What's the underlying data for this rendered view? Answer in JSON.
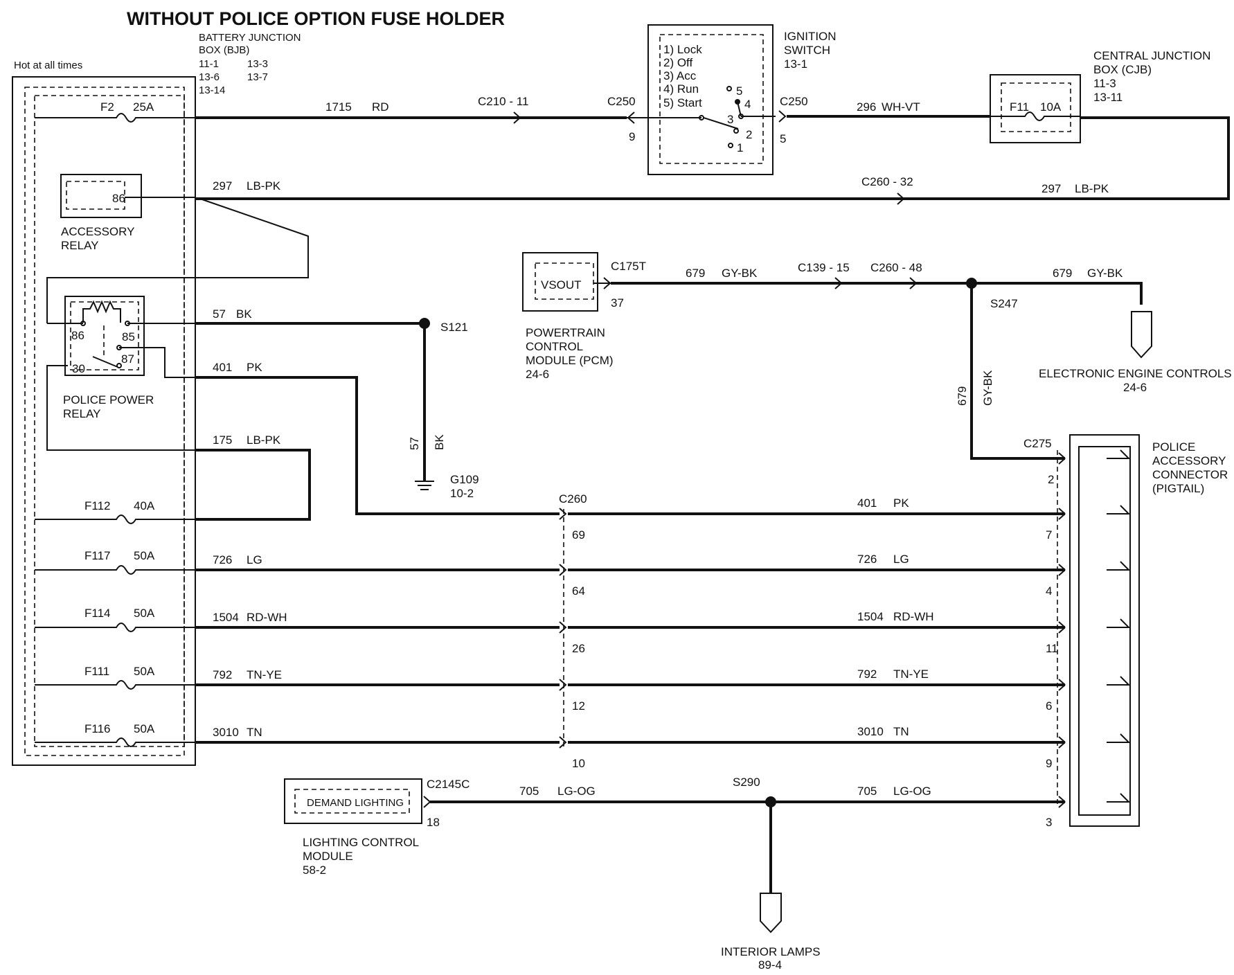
{
  "title": "WITHOUT POLICE OPTION FUSE HOLDER",
  "bjb": {
    "hot_label": "Hot at all times",
    "name_line1": "BATTERY  JUNCTION",
    "name_line2": "BOX (BJB)",
    "refs": [
      "11-1",
      "13-3",
      "13-6",
      "13-7",
      "13-14"
    ],
    "fuse_f2": "F2",
    "fuse_f2_amp": "25A",
    "accessory_relay_pin": "86",
    "accessory_relay_line1": "ACCESSORY",
    "accessory_relay_line2": "RELAY",
    "police_relay_pins": [
      "86",
      "85",
      "87",
      "30"
    ],
    "police_relay_line1": "POLICE POWER",
    "police_relay_line2": "RELAY",
    "fuses": [
      {
        "name": "F112",
        "amp": "40A"
      },
      {
        "name": "F117",
        "amp": "50A"
      },
      {
        "name": "F114",
        "amp": "50A"
      },
      {
        "name": "F111",
        "amp": "50A"
      },
      {
        "name": "F116",
        "amp": "50A"
      }
    ]
  },
  "ignition": {
    "line1": "IGNITION",
    "line2": "SWITCH",
    "ref": "13-1",
    "positions": [
      "1) Lock",
      "2) Off",
      "3) Acc",
      "4) Run",
      "5) Start"
    ],
    "contacts": [
      "5",
      "4",
      "3",
      "2",
      "1"
    ],
    "conn_in": "C250",
    "pin_in": "9",
    "conn_out": "C250",
    "pin_out": "5"
  },
  "cjb": {
    "line1": "CENTRAL  JUNCTION",
    "line2": "BOX (CJB)",
    "refs": [
      "11-3",
      "13-11"
    ],
    "fuse": "F11",
    "amp": "10A"
  },
  "wires": {
    "w1715": {
      "circuit": "1715",
      "color": "RD",
      "connector": "C210  -  11"
    },
    "w296": {
      "circuit": "296",
      "color": "WH-VT"
    },
    "w297a": {
      "circuit": "297",
      "color": "LB-PK"
    },
    "w297b": {
      "circuit": "297",
      "color": "LB-PK",
      "connector": "C260  -  32"
    },
    "w57": {
      "circuit": "57",
      "color": "BK",
      "splice": "S121"
    },
    "w57v": {
      "circuit": "57",
      "color": "BK"
    },
    "w401a": {
      "circuit": "401",
      "color": "PK"
    },
    "w175": {
      "circuit": "175",
      "color": "LB-PK"
    },
    "w679a": {
      "circuit": "679",
      "color": "GY-BK",
      "connector1": "C139  -  15",
      "connector2": "C260  -  48"
    },
    "w679b": {
      "circuit": "679",
      "color": "GY-BK",
      "splice": "S247"
    },
    "w679v": {
      "circuit": "679",
      "color": "GY-BK"
    }
  },
  "ground": {
    "name": "G109",
    "ref": "10-2"
  },
  "pcm": {
    "label": "VSOUT",
    "connector": "C175T",
    "pin": "37",
    "name_lines": [
      "POWERTRAIN",
      "CONTROL",
      "MODULE (PCM)",
      "24-6"
    ]
  },
  "eec": {
    "label": "ELECTRONIC ENGINE CONTROLS",
    "ref": "24-6"
  },
  "c260_label": "C260",
  "c275_label": "C275",
  "police_connector": {
    "lines": [
      "POLICE",
      "ACCESSORY",
      "CONNECTOR",
      "(PIGTAIL)"
    ],
    "top_pin": "2"
  },
  "rows": [
    {
      "circuit": "401",
      "color": "PK",
      "c260_pin": "69",
      "c275_pin": "7"
    },
    {
      "circuit": "726",
      "color": "LG",
      "c260_pin": "64",
      "c275_pin": "4"
    },
    {
      "circuit": "1504",
      "color": "RD-WH",
      "c260_pin": "26",
      "c275_pin": "11"
    },
    {
      "circuit": "792",
      "color": "TN-YE",
      "c260_pin": "12",
      "c275_pin": "6"
    },
    {
      "circuit": "3010",
      "color": "TN",
      "c260_pin": "10",
      "c275_pin": "9"
    }
  ],
  "lighting": {
    "label": "DEMAND LIGHTING",
    "connector": "C2145C",
    "pin": "18",
    "name_lines": [
      "LIGHTING  CONTROL",
      "MODULE",
      "58-2"
    ],
    "circuit": "705",
    "color": "LG-OG",
    "splice": "S290",
    "c275_pin": "3"
  },
  "interior": {
    "label": "INTERIOR LAMPS",
    "ref": "89-4"
  }
}
